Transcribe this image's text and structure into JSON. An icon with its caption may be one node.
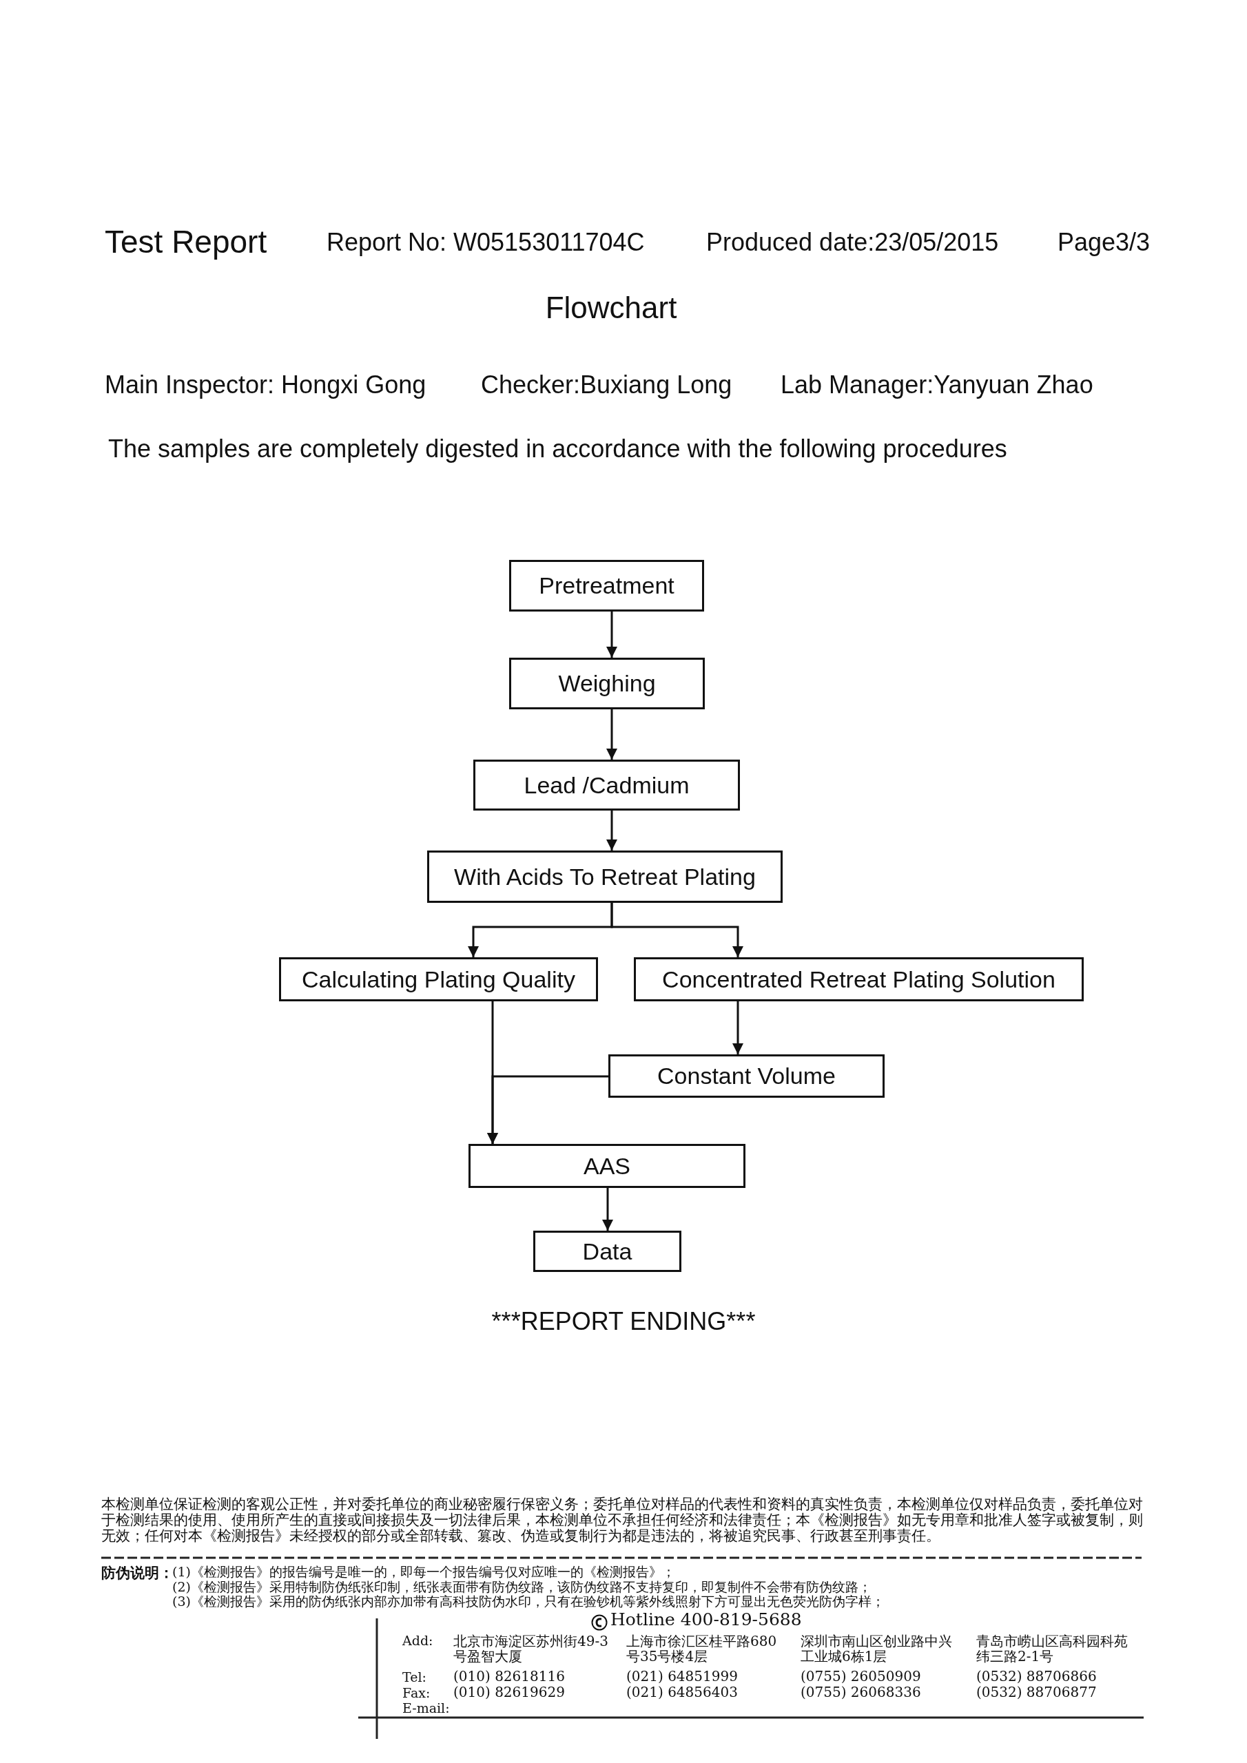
{
  "diagram": {
    "title": "Flowchart",
    "nodes": [
      {
        "text": [
          "Pretreatment"
        ]
      },
      {
        "text": [
          "Weighing"
        ]
      },
      {
        "text": [
          "Lead /Cadmium"
        ]
      },
      {
        "text": [
          "With Acids To Retreat Plating"
        ]
      },
      {
        "text": [
          "Calculating Plating Quality"
        ]
      },
      {
        "text": [
          "Concentrated Retreat Plating Solution"
        ]
      },
      {
        "text": [
          "Constant Volume"
        ]
      },
      {
        "text": [
          "AAS"
        ]
      },
      {
        "text": [
          "Data"
        ]
      }
    ],
    "edges": [
      {
        "from": 0,
        "to": 1,
        "arrow": "to"
      },
      {
        "from": 1,
        "to": 2,
        "arrow": "to"
      },
      {
        "from": 2,
        "to": 3,
        "arrow": "to"
      },
      {
        "from": 3,
        "to": 4,
        "arrow": "to"
      },
      {
        "from": 3,
        "to": 5,
        "arrow": "to"
      },
      {
        "from": 5,
        "to": 6,
        "arrow": "to"
      },
      {
        "from": 4,
        "to": 7,
        "arrow": "to"
      },
      {
        "from": 6,
        "to": 7,
        "arrow": "to"
      },
      {
        "from": 7,
        "to": 8,
        "arrow": "to"
      }
    ],
    "labels": [
      "Test Report",
      "Report No: W05153011704C",
      "Produced date:23/05/2015",
      "Page3/3",
      "Main Inspector: Hongxi Gong",
      "Checker:Buxiang Long",
      "Lab Manager:Yanyuan Zhao",
      "The samples are completely digested in accordance with the following procedures",
      "***REPORT ENDING***",
      "本检测单位保证检测的客观公正性，并对委托单位的商业秘密履行保密义务；委托单位对样品的代表性和资料的真实性负责，本检测单位仅对样品负责，委托单位对于检测结果的使用、使用所产生的直接或间接损失及一切法律后果，本检测单位不承担任何经济和法律责任；本《检测报告》如无专用章和批准人签字或被复制，则无效；任何对本《检测报告》未经授权的部分或全部转载、篡改、伪造或复制行为都是违法的，将被追究民事、行政甚至刑事责任。",
      "防伪说明：",
      "(1)《检测报告》的报告编号是唯一的，即每一个报告编号仅对应唯一的《检测报告》；",
      "(2)《检测报告》采用特制防伪纸张印制，纸张表面带有防伪纹路，该防伪纹路不支持复印，即复制件不会带有防伪纹路；",
      "(3)《检测报告》采用的防伪纸张内部亦加带有高科技防伪水印，只有在验钞机等紫外线照射下方可显出无色荧光防伪字样；",
      "Hotline 400-819-5688",
      "Add:",
      "北京市海淀区苏州街49-3号盈智大厦",
      "上海市徐汇区桂平路680号35号楼4层",
      "深圳市南山区创业路中兴工业城6栋1层",
      "青岛市崂山区高科园科苑纬三路2-1号",
      "Tel:",
      "(010) 82618116",
      "(021) 64851999",
      "(0755) 26050909",
      "(0532) 88706866",
      "Fax:",
      "(010) 82619629",
      "(021) 64856403",
      "(0755) 26068336",
      "(0532) 88706877",
      "E-mail:"
    ]
  }
}
